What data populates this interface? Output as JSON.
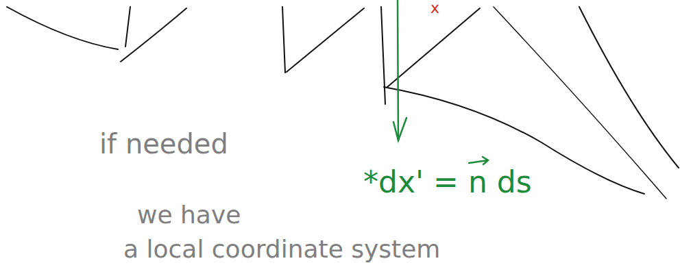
{
  "diagram": {
    "labels": [
      "x",
      "if needed",
      "we have",
      "a local coordinate system",
      "*dx' = n ds"
    ]
  }
}
